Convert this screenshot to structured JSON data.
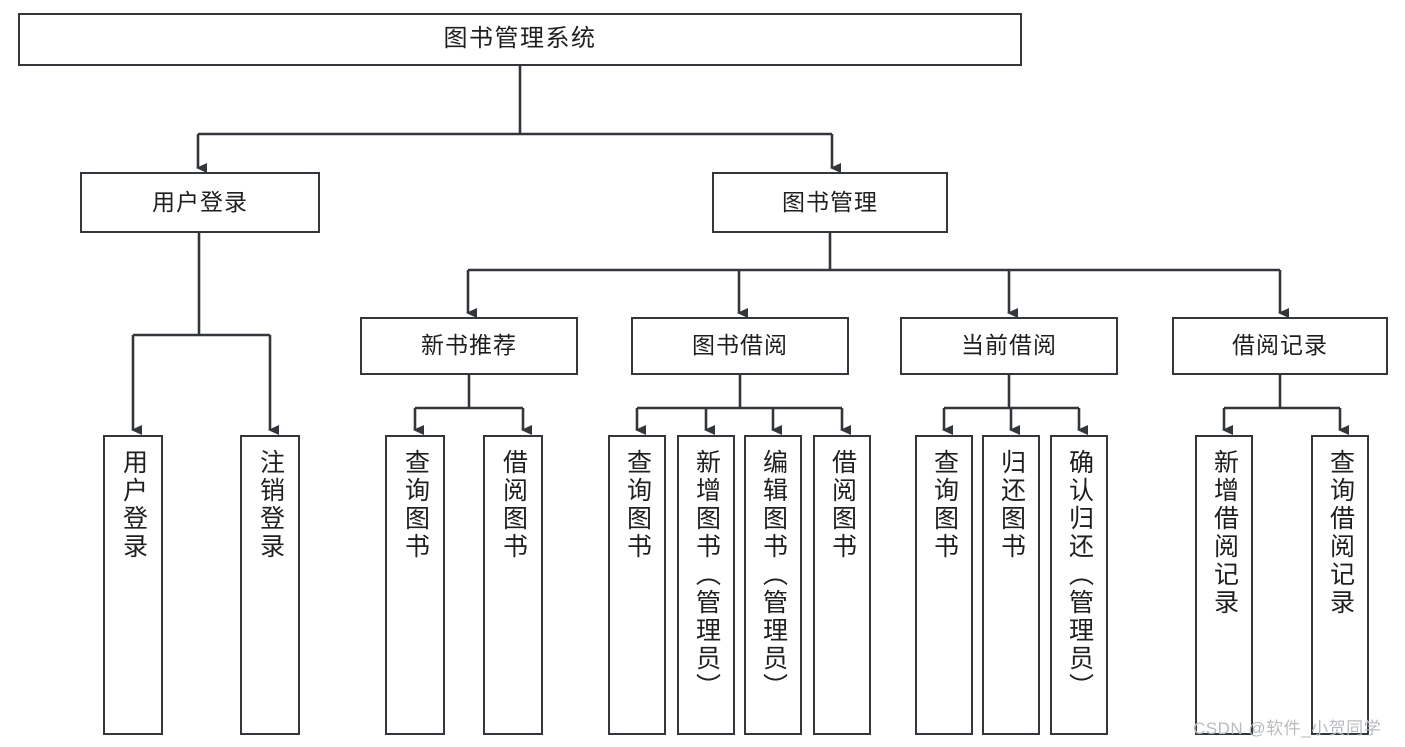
{
  "diagram": {
    "type": "tree-hierarchy-chart",
    "title": "图书管理系统",
    "line_color": "#33373b",
    "text_color": "#1d1f21",
    "background": "#ffffff",
    "watermark": "CSDN @软件_小贺同学"
  },
  "nodes": {
    "root": {
      "label": "图书管理系统"
    },
    "level1": [
      {
        "id": "user-login",
        "label": "用户登录"
      },
      {
        "id": "book-manage",
        "label": "图书管理"
      }
    ],
    "level2": [
      {
        "id": "new-book-recommend",
        "label": "新书推荐"
      },
      {
        "id": "book-borrow",
        "label": "图书借阅"
      },
      {
        "id": "current-borrow",
        "label": "当前借阅"
      },
      {
        "id": "borrow-record",
        "label": "借阅记录"
      }
    ],
    "leaves": {
      "user_login": [
        {
          "id": "leaf-user-login",
          "label": "用户登录"
        },
        {
          "id": "leaf-logout-login",
          "label": "注销登录"
        }
      ],
      "new_book_recommend": [
        {
          "id": "leaf-query-book-1",
          "label": "查询图书"
        },
        {
          "id": "leaf-borrow-book-1",
          "label": "借阅图书"
        }
      ],
      "book_borrow": [
        {
          "id": "leaf-query-book-2",
          "label": "查询图书"
        },
        {
          "id": "leaf-add-book",
          "label": "新增图书（管理员）"
        },
        {
          "id": "leaf-edit-book",
          "label": "编辑图书（管理员）"
        },
        {
          "id": "leaf-borrow-book-2",
          "label": "借阅图书"
        }
      ],
      "current_borrow": [
        {
          "id": "leaf-query-book-3",
          "label": "查询图书"
        },
        {
          "id": "leaf-return-book",
          "label": "归还图书"
        },
        {
          "id": "leaf-confirm-return",
          "label": "确认归还（管理员）"
        }
      ],
      "borrow_record": [
        {
          "id": "leaf-add-record",
          "label": "新增借阅记录"
        },
        {
          "id": "leaf-query-record",
          "label": "查询借阅记录"
        }
      ]
    }
  }
}
